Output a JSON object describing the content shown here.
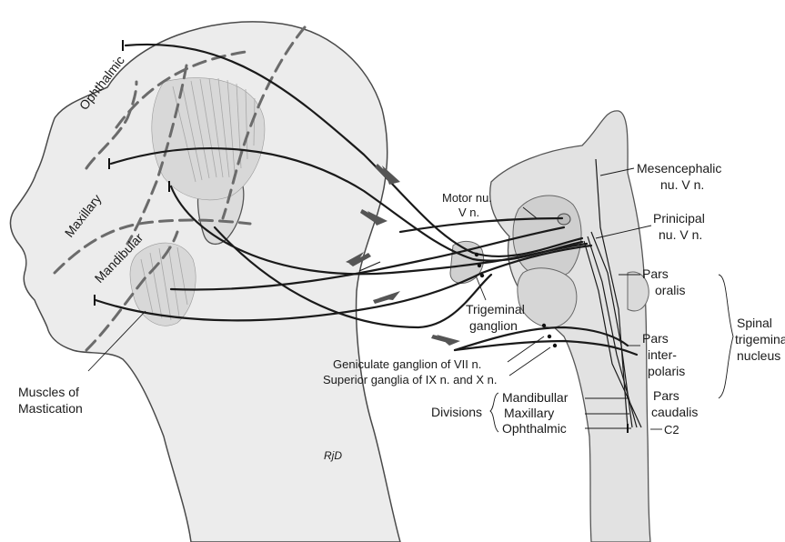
{
  "labels": {
    "ophthalmic": "Ophthalmic",
    "maxillary": "Maxillary",
    "mandibular": "Mandibular",
    "muscles": [
      "Muscles of",
      "Mastication"
    ],
    "motor_nu": [
      "Motor nu.",
      "V n."
    ],
    "mesencephalic": [
      "Mesencephalic",
      "nu. V n."
    ],
    "principal": [
      "Prinicipal",
      "nu. V n."
    ],
    "pars_oralis": [
      "Pars",
      "oralis"
    ],
    "pars_interpolaris": [
      "Pars",
      "inter-",
      "polaris"
    ],
    "pars_caudalis": [
      "Pars",
      "caudalis"
    ],
    "spinal_nucleus": [
      "Spinal",
      "trigemina",
      "nucleus"
    ],
    "trigeminal_ganglion": [
      "Trigeminal",
      "ganglion"
    ],
    "geniculate": "Geniculate ganglion of VII n.",
    "superior_ganglia": "Superior ganglia of IX n. and X n.",
    "divisions": "Divisions",
    "div_mandibular": "Mandibullar",
    "div_maxillary": "Maxillary",
    "div_ophthalmic": "Ophthalmic",
    "c2": "C2",
    "signature": "RjD"
  }
}
